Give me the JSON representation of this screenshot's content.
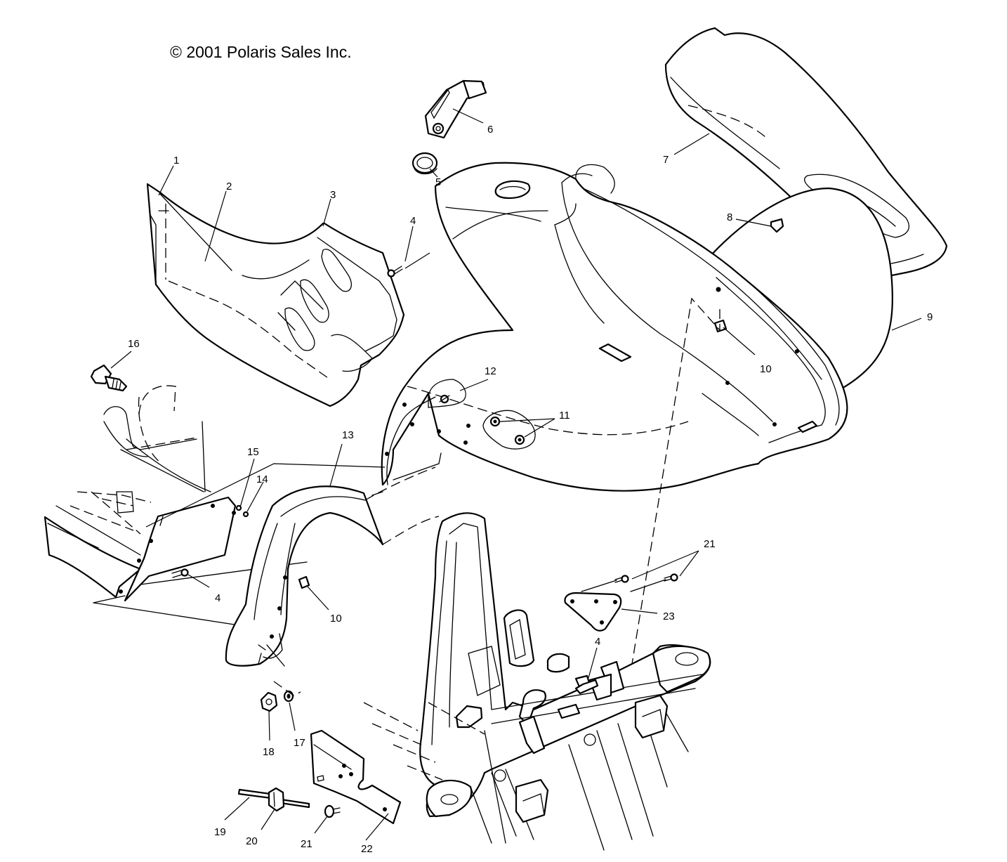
{
  "copyright": "© 2001 Polaris Sales Inc.",
  "callouts": {
    "c1": "1",
    "c2": "2",
    "c3": "3",
    "c4a": "4",
    "c4b": "4",
    "c4c": "4",
    "c5": "5",
    "c6": "6",
    "c7": "7",
    "c8": "8",
    "c9": "9",
    "c10a": "10",
    "c10b": "10",
    "c11": "11",
    "c12": "12",
    "c13": "13",
    "c14": "14",
    "c15": "15",
    "c16": "16",
    "c17": "17",
    "c18": "18",
    "c19": "19",
    "c20": "20",
    "c21a": "21",
    "c21b": "21",
    "c22": "22",
    "c23": "23"
  }
}
